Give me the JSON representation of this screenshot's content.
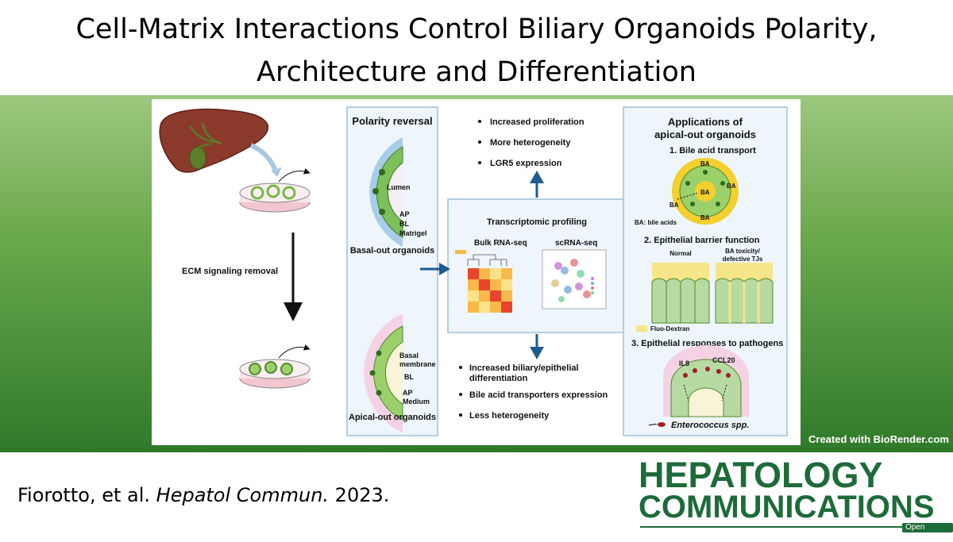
{
  "title": {
    "line1": "Cell-Matrix Interactions Control Biliary Organoids Polarity,",
    "line2": "Architecture and Differentiation"
  },
  "diagram": {
    "ecm_label": "ECM signaling removal",
    "polarity": {
      "heading": "Polarity reversal",
      "lumen": "Lumen",
      "ap": "AP",
      "bl": "BL",
      "matrigel": "Matrigel",
      "basal_out": "Basal-out organoids",
      "basal_membrane_1": "Basal",
      "basal_membrane_2": "membrane",
      "bl2": "BL",
      "ap2": "AP",
      "medium": "Medium",
      "apical_out": "Apical-out organoids"
    },
    "top_bullets": [
      "Increased proliferation",
      "More heterogeneity",
      "LGR5 expression"
    ],
    "transcriptomic": {
      "heading": "Transcriptomic profiling",
      "bulk": "Bulk RNA-seq",
      "sc": "scRNA-seq"
    },
    "bottom_bullets": {
      "b1_line1": "Increased biliary/epithelial",
      "b1_line2": "differentiation",
      "b2": "Bile acid transporters expression",
      "b3": "Less heterogeneity"
    },
    "applications": {
      "heading1": "Applications of",
      "heading2": "apical-out organoids",
      "item1": "1.  Bile acid transport",
      "ba": "BA",
      "ba_legend": "BA: bile acids",
      "item2": "2. Epithelial barrier function",
      "normal": "Normal",
      "toxicity1": "BA toxicity/",
      "toxicity2": "defective TJs",
      "fluo": "Fluo-Dextran",
      "item3": "3. Epithelial responses to pathogens",
      "il8": "IL8",
      "ccl20": "CCL20",
      "enterococcus": "Enterococcus spp."
    }
  },
  "credit": "Created with BioRender.com",
  "citation": {
    "authors": "Fiorotto, et al. ",
    "journal": "Hepatol Commun.",
    "year": " 2023."
  },
  "logo": {
    "line1": "HEPATOLOGY",
    "line2": "COMMUNICATIONS",
    "badge": "Open Access"
  },
  "colors": {
    "band_top": "#9dc77d",
    "band_bottom": "#2f7a2a",
    "logo_green": "#1e6b3a",
    "arrow_blue": "#1f5b8e",
    "box_fill": "#eef5fb",
    "box_border": "#9fc0d8"
  }
}
